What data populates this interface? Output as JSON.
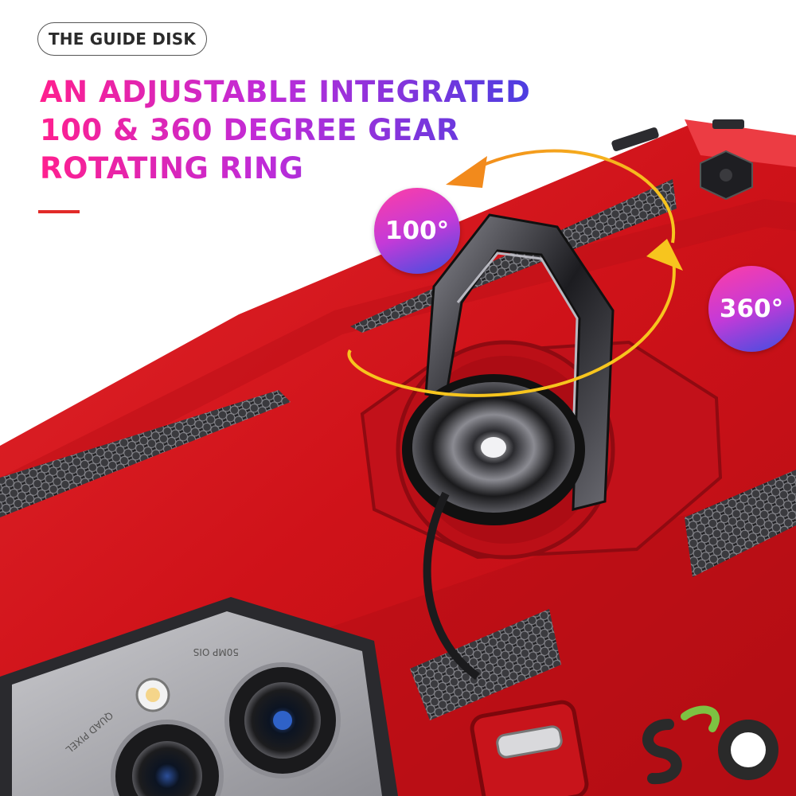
{
  "header": {
    "pill_label": "THE GUIDE DISK",
    "headline_lines": [
      "AN ADJUSTABLE INTEGRATED",
      "100 & 360 DEGREE GEAR",
      "ROTATING RING"
    ]
  },
  "badges": {
    "rotation_small": "100°",
    "rotation_full": "360°"
  },
  "camera": {
    "lens_label_top": "50MP OIS",
    "lens_label_side": "QUAD PIXEL"
  },
  "colors": {
    "case_red": "#d5151d",
    "accent_red": "#e22a28",
    "gradient_pink": "#ff1f8e",
    "gradient_blue": "#4b3ee0",
    "arrow_yellow": "#f7c51e",
    "arrow_orange": "#f28a1c",
    "logo_green": "#7dc242"
  },
  "icons": {
    "rotation_arrow": "curved-arrow-icon",
    "brand_logo": "so-logo-icon"
  }
}
